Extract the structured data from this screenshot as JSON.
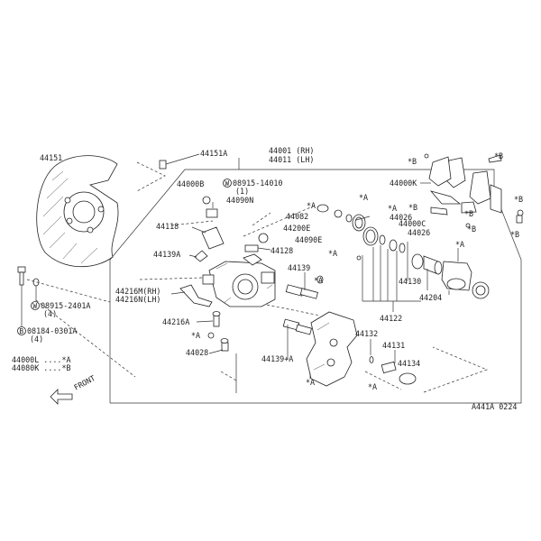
{
  "labels": {
    "p44151": "44151",
    "p44151A": "44151A",
    "p44001": "44001 (RH)",
    "p44011": "44011 (LH)",
    "p44000B": "44000B",
    "w08915_14010": "08915-14010",
    "w08915_14010_qty": "(1)",
    "p44090N": "44090N",
    "p44118": "44118",
    "p44139A": "44139A",
    "p44128": "44128",
    "p44082": "44082",
    "p44200E": "44200E",
    "p44090E": "44090E",
    "p44026a": "44026",
    "p44000C": "44000C",
    "p44026b": "44026",
    "p44000K": "44000K",
    "p44139": "44139",
    "p44216M": "44216M(RH)",
    "p44216N": "44216N(LH)",
    "w08915_2401A": "08915-2401A",
    "w08915_2401A_qty": "(4)",
    "b08184_0301A": "08184-0301A",
    "b08184_0301A_qty": "(4)",
    "p44216A": "44216A",
    "p44028": "44028",
    "p44139plusA": "44139+A",
    "p44132": "44132",
    "p44131": "44131",
    "p44134": "44134",
    "p44130": "44130",
    "p44204": "44204",
    "p44122": "44122",
    "legend_l": "44000L ....*A",
    "legend_k": "44080K ....*B",
    "front": "FRONT",
    "code": "A441A 0224",
    "markA": "*A",
    "markB": "*B",
    "circW": "W",
    "circB": "B"
  }
}
